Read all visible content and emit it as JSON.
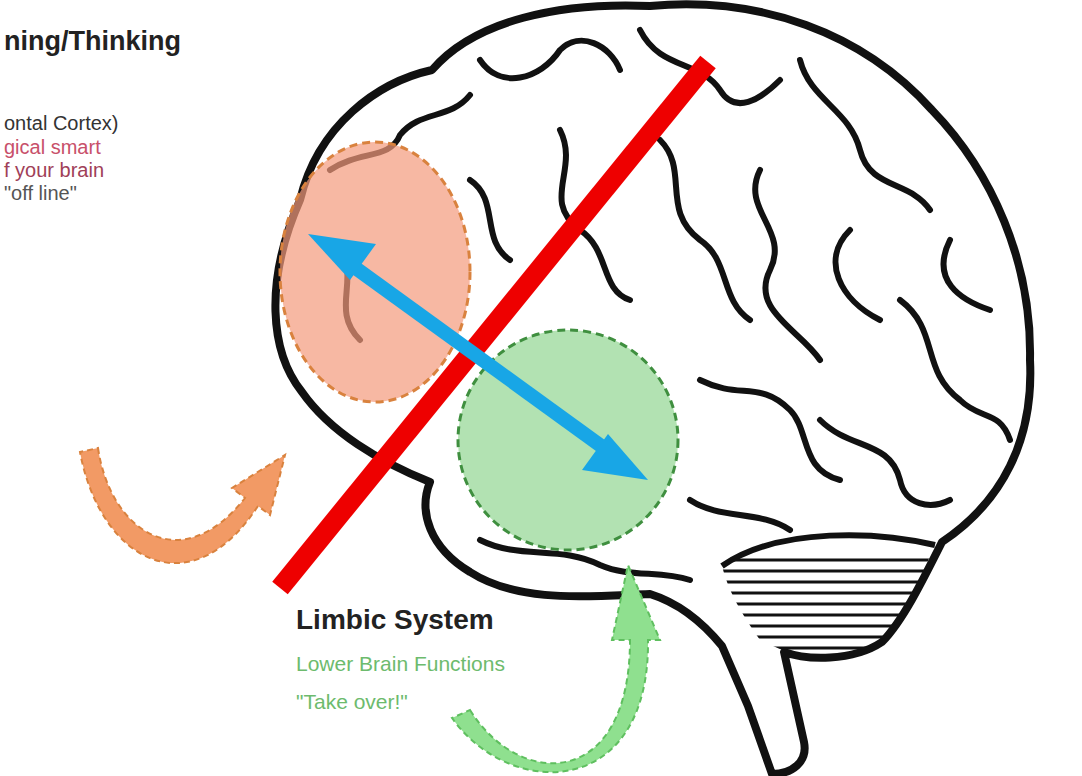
{
  "diagram": {
    "labels": [
      "ning/Thinking",
      "ontal Cortex)",
      "gical smart",
      "f your brain",
      "\"off line\"",
      "Limbic System",
      "Lower Brain Functions",
      "\"Take over!\""
    ]
  }
}
